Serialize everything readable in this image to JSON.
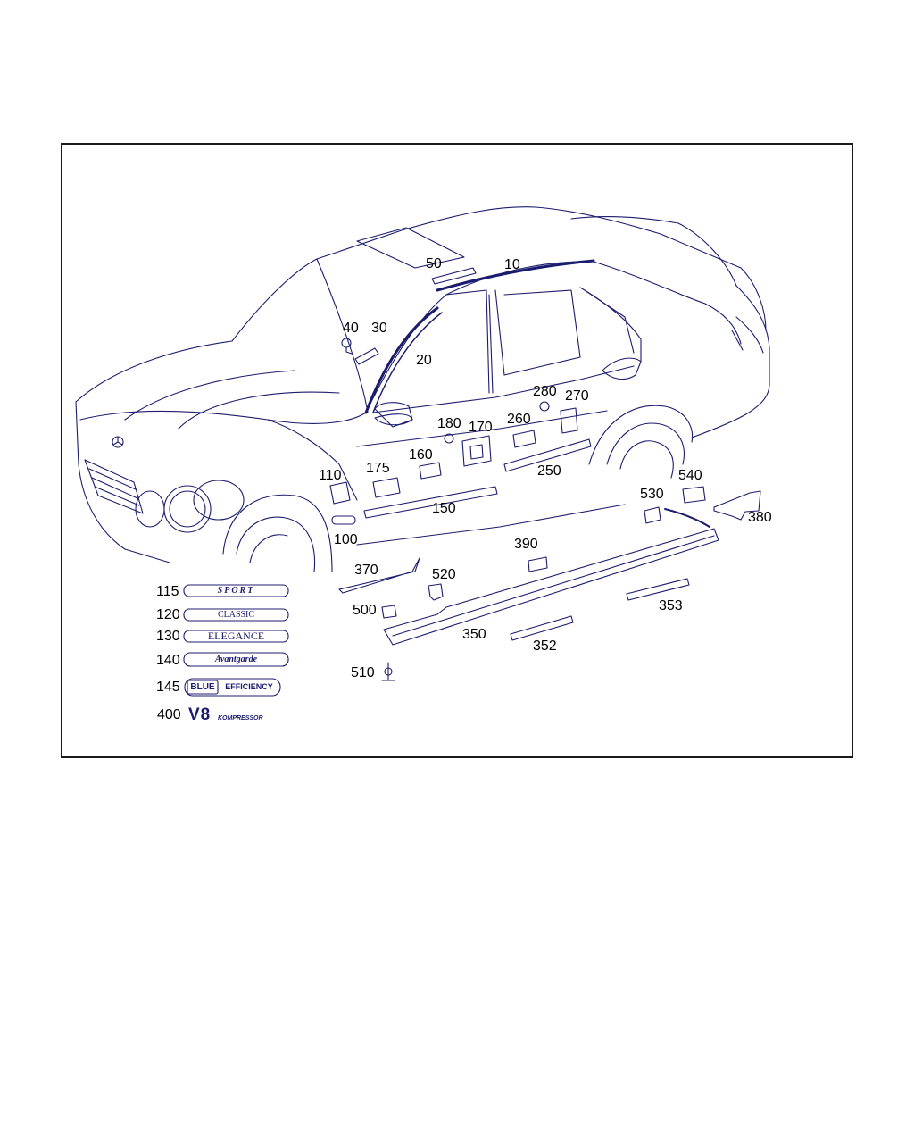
{
  "colors": {
    "line": "#1c1c6e",
    "frame": "#1a1a1a",
    "label": "#000000"
  },
  "callouts": [
    "10",
    "20",
    "30",
    "40",
    "50",
    "100",
    "110",
    "150",
    "160",
    "170",
    "175",
    "180",
    "250",
    "260",
    "270",
    "280",
    "350",
    "352",
    "353",
    "370",
    "380",
    "390",
    "500",
    "510",
    "520",
    "530",
    "540"
  ],
  "badges": [
    {
      "number": "115",
      "text": "SPORT"
    },
    {
      "number": "120",
      "text": "CLASSIC"
    },
    {
      "number": "130",
      "text": "ELEGANCE"
    },
    {
      "number": "140",
      "text": "Avantgarde"
    },
    {
      "number": "145",
      "text_a": "BLUE",
      "text_b": "EFFICIENCY"
    },
    {
      "number": "400",
      "text_a": "V8",
      "text_b": "KOMPRESSOR"
    }
  ]
}
